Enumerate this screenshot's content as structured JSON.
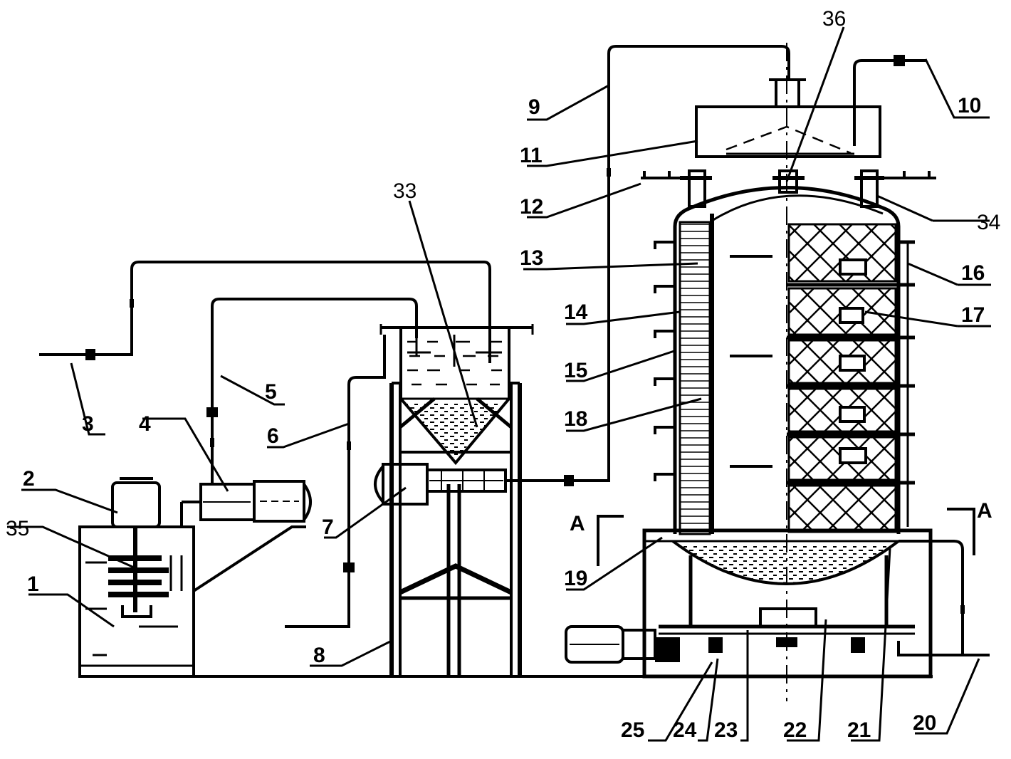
{
  "labels": {
    "l1": "1",
    "l2": "2",
    "l3": "3",
    "l4": "4",
    "l5": "5",
    "l6": "6",
    "l7": "7",
    "l8": "8",
    "l9": "9",
    "l10": "10",
    "l11": "11",
    "l12": "12",
    "l13": "13",
    "l14": "14",
    "l15": "15",
    "l16": "16",
    "l17": "17",
    "l18": "18",
    "l19": "19",
    "l20": "20",
    "l21": "21",
    "l22": "22",
    "l23": "23",
    "l24": "24",
    "l25": "25",
    "l33": "33",
    "l34": "34",
    "l35": "35",
    "l36": "36",
    "secA1": "A",
    "secA2": "A"
  }
}
